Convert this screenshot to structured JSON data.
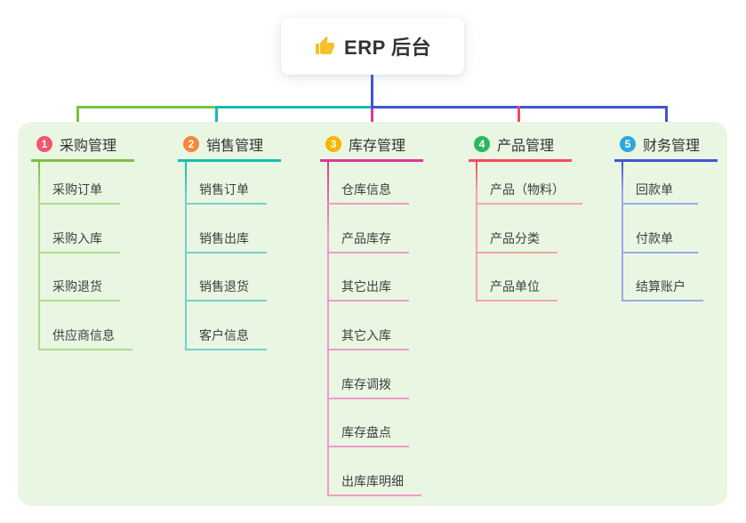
{
  "root": {
    "label": "ERP 后台",
    "icon": "thumbs-up-icon"
  },
  "palette": {
    "canvas_bg": "#ffffff",
    "panel_bg": "#e9f6e2",
    "text": "#3b3b3b",
    "root_text": "#333333",
    "root_box_bg": "#ffffff",
    "line_green": "#7cc142",
    "line_teal": "#14bdb1",
    "line_magenta": "#d93a97",
    "line_red": "#f5495c",
    "line_blue": "#4156cf",
    "thumb_yellow": "#f5c02c"
  },
  "branches": [
    {
      "num": "1",
      "title": "采购管理",
      "badge_color": "#f2566b",
      "line_color": "#7cc142",
      "child_line_color": "#aedb8d",
      "items": [
        "采购订单",
        "采购入库",
        "采购退货",
        "供应商信息"
      ]
    },
    {
      "num": "2",
      "title": "销售管理",
      "badge_color": "#f6863b",
      "line_color": "#14bdb1",
      "child_line_color": "#72d2c9",
      "items": [
        "销售订单",
        "销售出库",
        "销售退货",
        "客户信息"
      ]
    },
    {
      "num": "3",
      "title": "库存管理",
      "badge_color": "#f7b500",
      "line_color": "#d93a97",
      "child_line_color": "#ee9cc8",
      "items": [
        "仓库信息",
        "产品库存",
        "其它出库",
        "其它入库",
        "库存调拨",
        "库存盘点",
        "出库库明细"
      ]
    },
    {
      "num": "4",
      "title": "产品管理",
      "badge_color": "#2db763",
      "line_color": "#f5495c",
      "child_line_color": "#f8a3ac",
      "items": [
        "产品（物料）",
        "产品分类",
        "产品单位"
      ]
    },
    {
      "num": "5",
      "title": "财务管理",
      "badge_color": "#2ba7de",
      "line_color": "#4156cf",
      "child_line_color": "#9aa9ea",
      "items": [
        "回款单",
        "付款单",
        "结算账户"
      ]
    }
  ]
}
